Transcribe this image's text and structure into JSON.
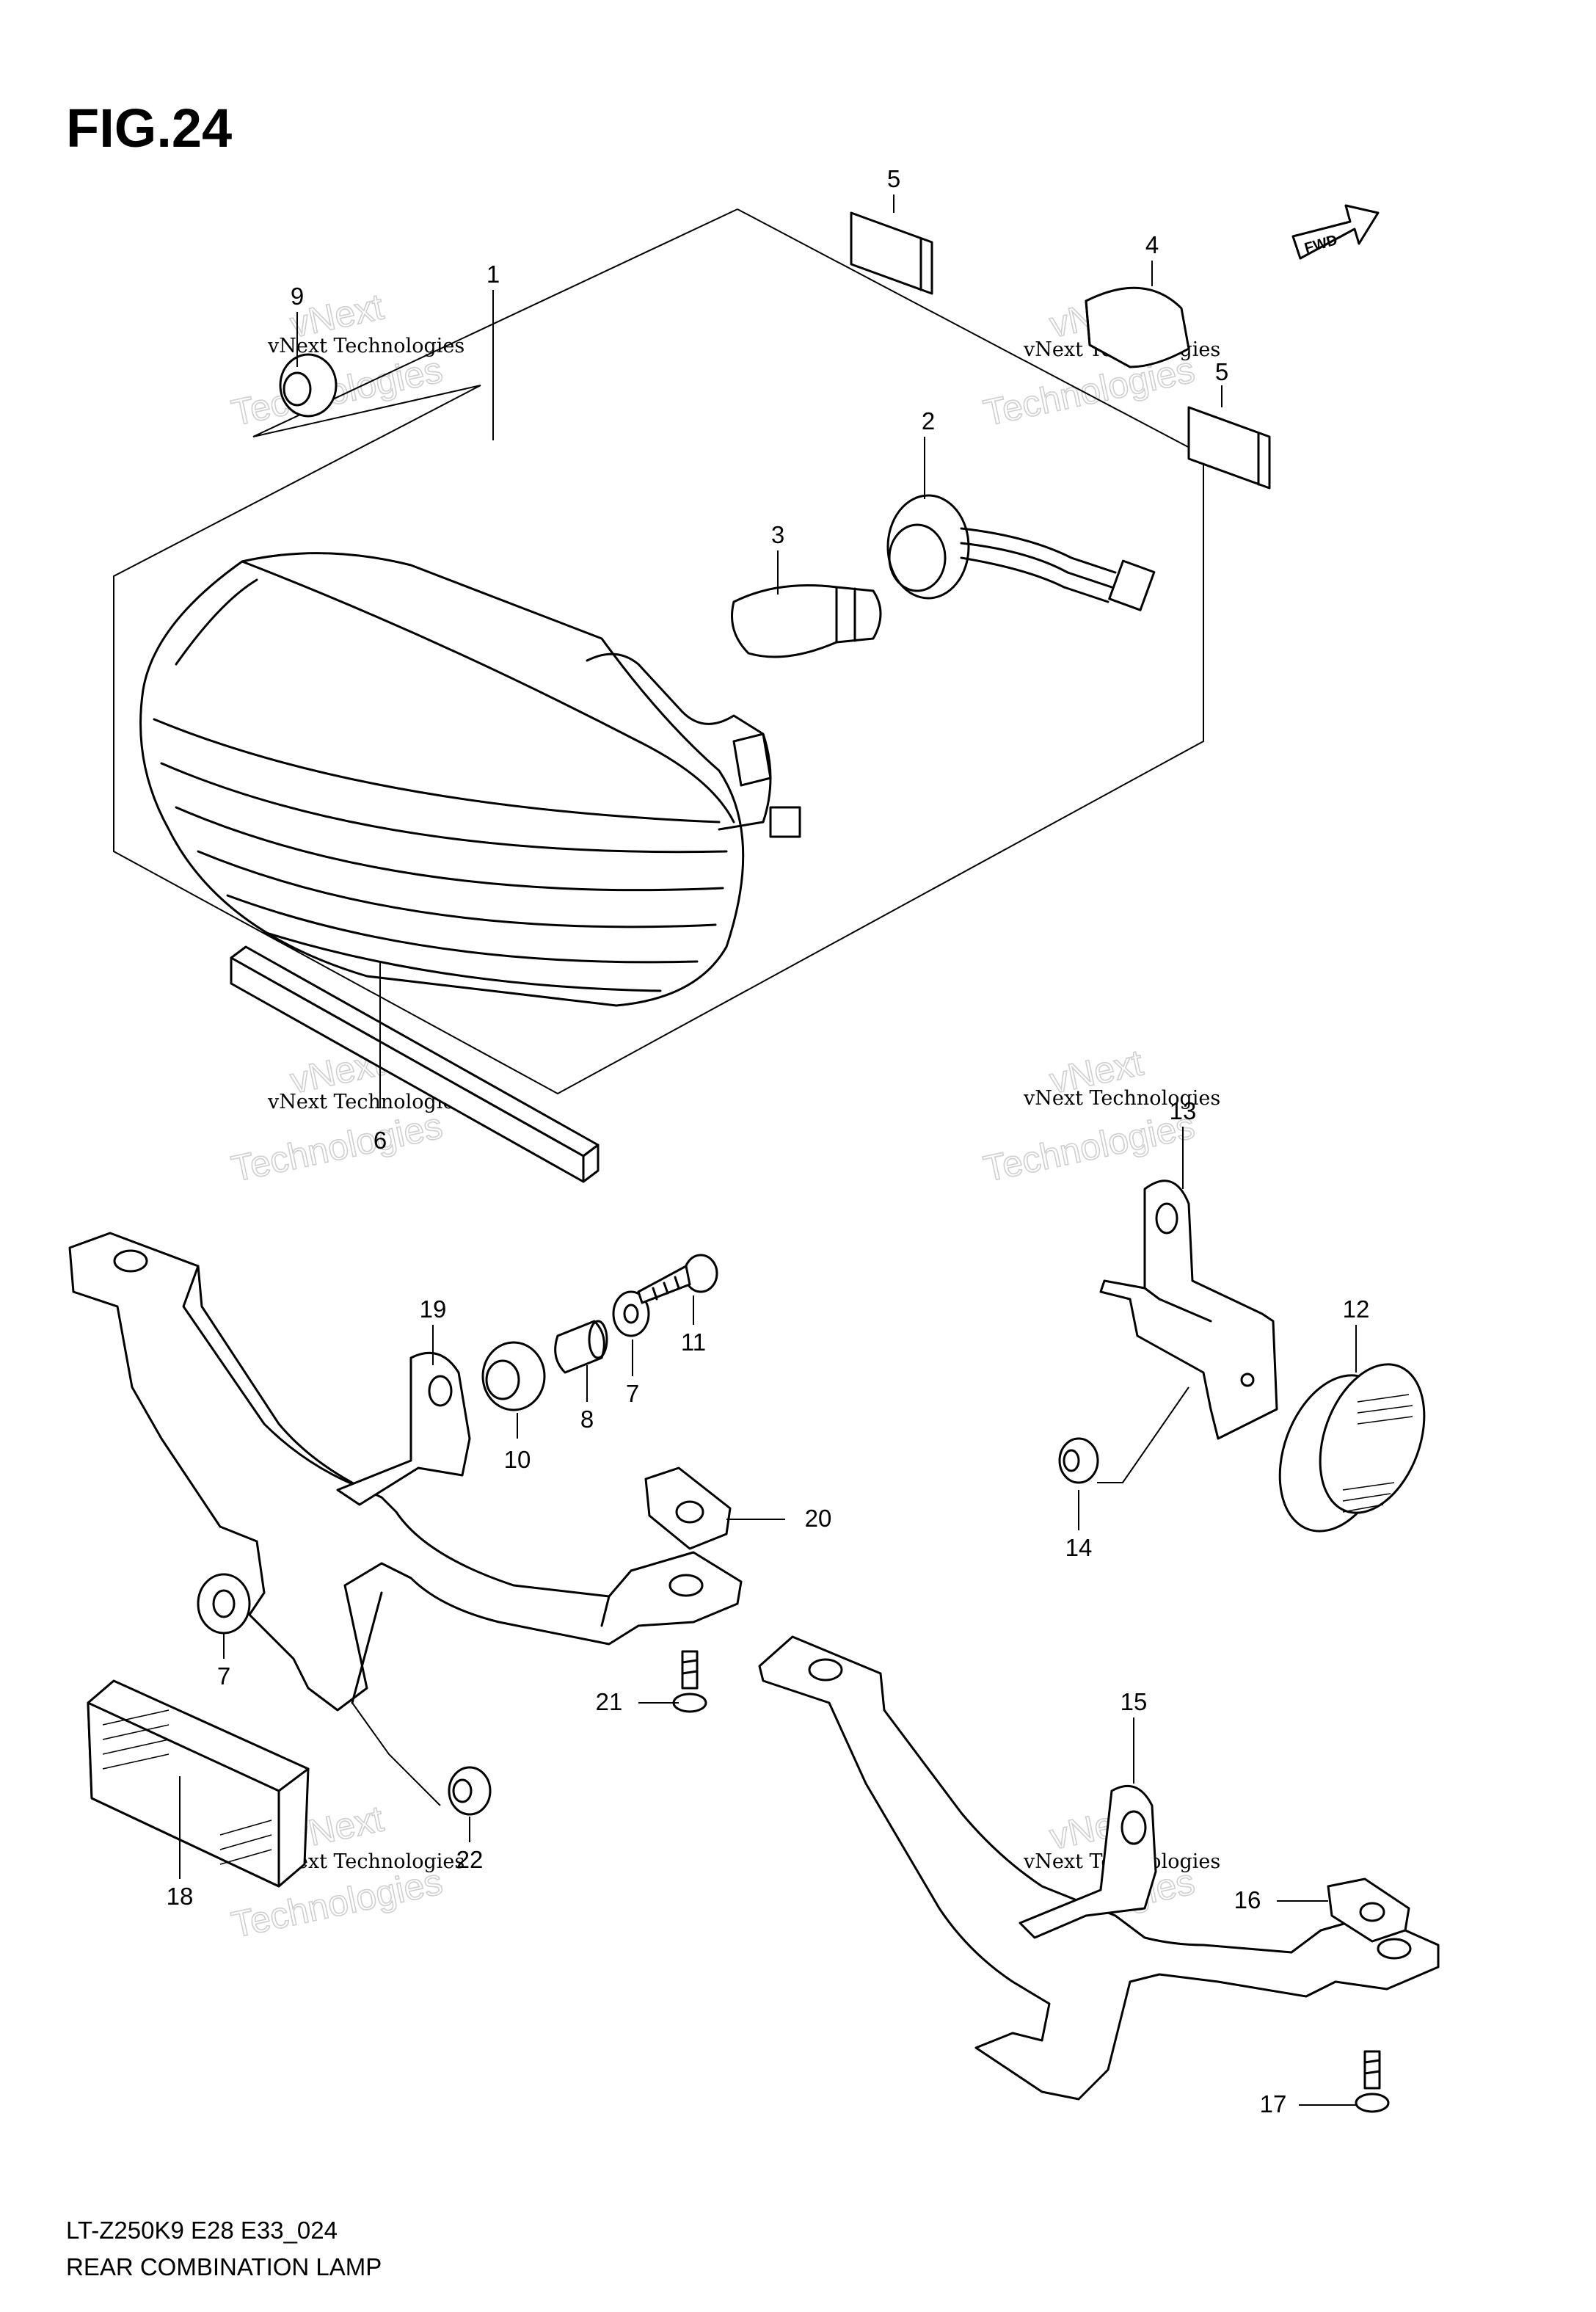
{
  "figure": {
    "title": "FIG.24",
    "fwd_label": "FWD",
    "model_code": "LT-Z250K9 E28 E33_024",
    "caption": "REAR COMBINATION LAMP"
  },
  "callouts": [
    "1",
    "2",
    "3",
    "4",
    "5",
    "5",
    "6",
    "7",
    "7",
    "8",
    "9",
    "10",
    "11",
    "12",
    "13",
    "14",
    "15",
    "16",
    "17",
    "18",
    "19",
    "20",
    "21",
    "22"
  ],
  "watermarks": [
    {
      "line1": "vNext Technologies",
      "line2": "vNext",
      "line3": "Technologies"
    },
    {
      "line1": "vNext Technologies",
      "line2": "vNext",
      "line3": "Technologies"
    },
    {
      "line1": "vNext Technologies",
      "line2": "vNext",
      "line3": "Technologies"
    },
    {
      "line1": "vNext Technologies",
      "line2": "vNext",
      "line3": "Technologies"
    },
    {
      "line1": "vNext Technologies",
      "line2": "vNext",
      "line3": "Technologies"
    },
    {
      "line1": "vNext Technologies",
      "line2": "vNext",
      "line3": "Technologies"
    }
  ]
}
